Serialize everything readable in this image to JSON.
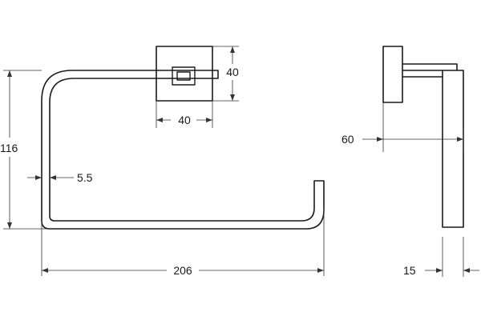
{
  "drawing": {
    "front_view": {
      "width_label": "206",
      "height_label": "116",
      "rod_thickness_label": "5.5",
      "flange_width_label": "40",
      "flange_height_label": "40"
    },
    "side_view": {
      "projection_label": "60",
      "flange_depth_label": "15"
    }
  }
}
